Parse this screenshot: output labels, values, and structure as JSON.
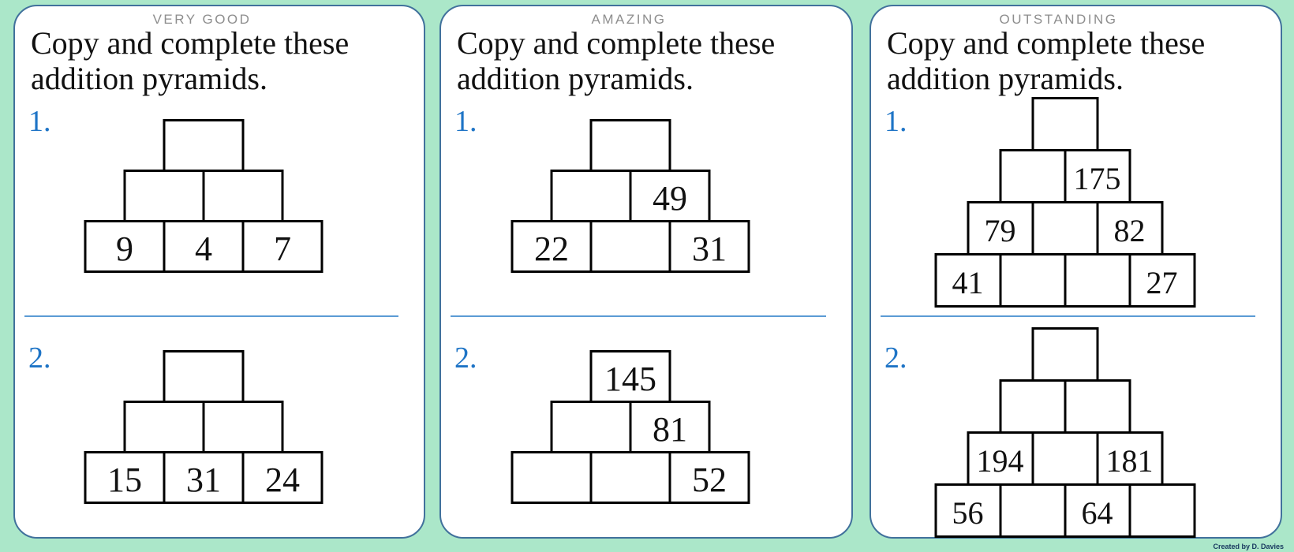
{
  "page": {
    "credit": "Created by D. Davies"
  },
  "colors": {
    "background": "#abe7c9",
    "card_border": "#41719c",
    "divider_blue": "#5b9bd5",
    "number_blue": "#1e74c6",
    "heading_gray": "#8e8e8e",
    "box_border": "#000000"
  },
  "cards": [
    {
      "level_label": "VERY GOOD",
      "instruction": "Copy and complete these addition pyramids.",
      "problems": [
        {
          "number": "1.",
          "rows": [
            [
              ""
            ],
            [
              "",
              ""
            ],
            [
              "9",
              "4",
              "7"
            ]
          ]
        },
        {
          "number": "2.",
          "rows": [
            [
              ""
            ],
            [
              "",
              ""
            ],
            [
              "15",
              "31",
              "24"
            ]
          ]
        }
      ]
    },
    {
      "level_label": "AMAZING",
      "instruction": "Copy and complete these addition pyramids.",
      "problems": [
        {
          "number": "1.",
          "rows": [
            [
              ""
            ],
            [
              "",
              "49"
            ],
            [
              "22",
              "",
              "31"
            ]
          ]
        },
        {
          "number": "2.",
          "rows": [
            [
              "145"
            ],
            [
              "",
              "81"
            ],
            [
              "",
              "",
              "52"
            ]
          ]
        }
      ]
    },
    {
      "level_label": "OUTSTANDING",
      "instruction": "Copy and complete these addition pyramids.",
      "problems": [
        {
          "number": "1.",
          "rows": [
            [
              ""
            ],
            [
              "",
              "175"
            ],
            [
              "79",
              "",
              "82"
            ],
            [
              "41",
              "",
              "",
              "27"
            ]
          ]
        },
        {
          "number": "2.",
          "rows": [
            [
              ""
            ],
            [
              "",
              ""
            ],
            [
              "194",
              "",
              "181"
            ],
            [
              "56",
              "",
              "64",
              ""
            ]
          ]
        }
      ]
    }
  ]
}
